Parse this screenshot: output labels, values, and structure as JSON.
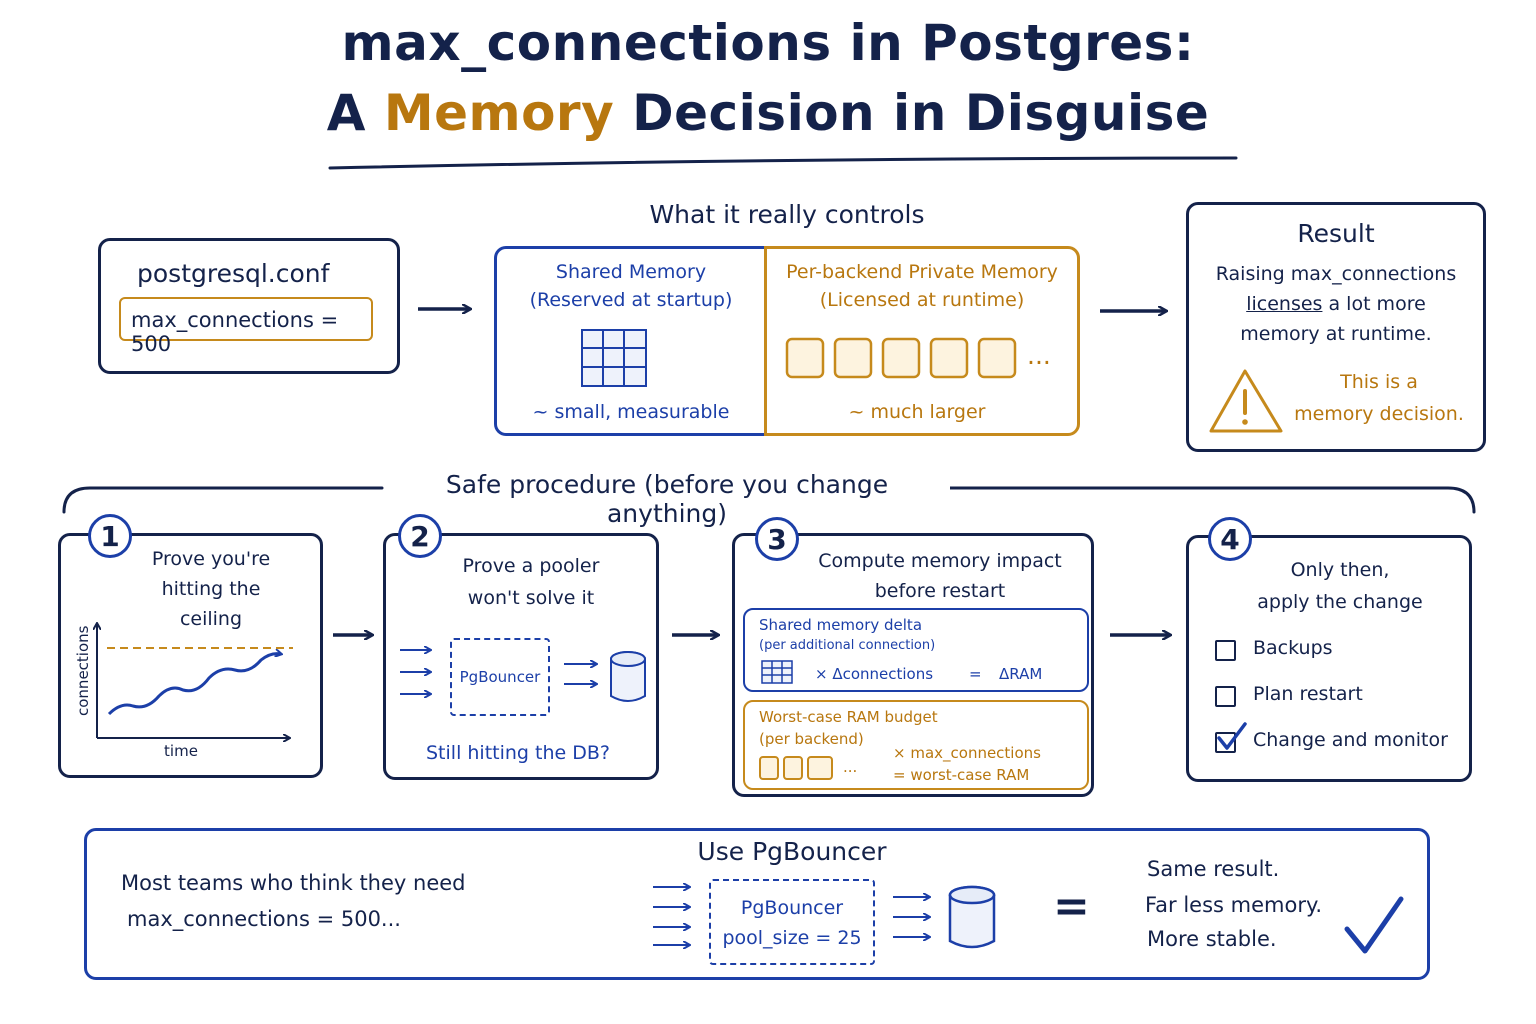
{
  "title": {
    "line1": "max_connections in Postgres:",
    "line2_prefix": "A",
    "line2_highlight": "Memory",
    "line2_suffix": "Decision in Disguise"
  },
  "config": {
    "filename": "postgresql.conf",
    "setting": "max_connections = 500"
  },
  "controls": {
    "heading": "What it really controls",
    "shared_title_1": "Shared Memory",
    "shared_title_2": "(Reserved at startup)",
    "shared_note": "~ small, measurable",
    "private_title_1": "Per-backend Private Memory",
    "private_title_2": "(Licensed at runtime)",
    "private_note": "~ much larger",
    "ellipsis": "..."
  },
  "result": {
    "title": "Result",
    "line1": "Raising max_connections",
    "line2_underlined": "licenses",
    "line2_rest": "a lot more",
    "line3": "memory at runtime.",
    "warning_1": "This is a",
    "warning_2": "memory decision."
  },
  "procedure": {
    "heading": "Safe procedure (before you change anything)",
    "steps": [
      {
        "number": "1",
        "title_lines": [
          "Prove you're",
          "hitting the",
          "ceiling"
        ],
        "y_axis": "connections",
        "x_axis": "time"
      },
      {
        "number": "2",
        "title_lines": [
          "Prove a pooler",
          "won't solve it"
        ],
        "pooler": "PgBouncer",
        "caption": "Still hitting the DB?"
      },
      {
        "number": "3",
        "title_lines": [
          "Compute memory impact",
          "before restart"
        ],
        "shared_delta_title": "Shared memory delta",
        "shared_delta_sub": "(per additional connection)",
        "shared_formula_mult": "× Δconnections",
        "shared_formula_eq": "=",
        "shared_formula_result": "ΔRAM",
        "budget_title": "Worst-case RAM budget",
        "budget_sub": "(per backend)",
        "budget_mult": "× max_connections",
        "budget_eq": "= worst-case  RAM",
        "ellipsis": "..."
      },
      {
        "number": "4",
        "title_lines": [
          "Only then,",
          "apply the change"
        ],
        "checklist": [
          {
            "label": "Backups",
            "checked": false
          },
          {
            "label": "Plan restart",
            "checked": false
          },
          {
            "label": "Change and monitor",
            "checked": true
          }
        ]
      }
    ]
  },
  "bottom": {
    "heading": "Use PgBouncer",
    "claim_1": "Most teams who think they need",
    "claim_2": "max_connections = 500...",
    "pooler": "PgBouncer",
    "pool_size": "pool_size = 25",
    "equals": "=",
    "result_1": "Same result.",
    "result_2": "Far less memory.",
    "result_3": "More stable."
  },
  "colors": {
    "navy": "#14224a",
    "blue": "#1c3fa8",
    "gold": "#c68a1c"
  }
}
